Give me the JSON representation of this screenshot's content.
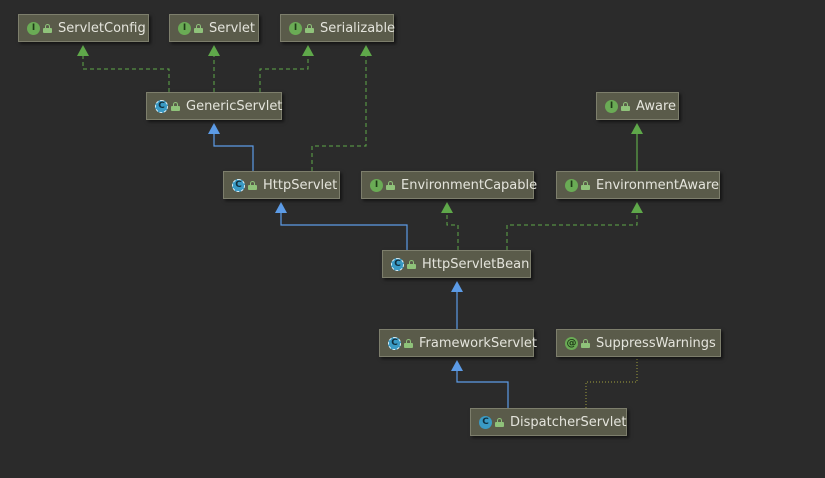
{
  "nodes": {
    "servlet_config": {
      "label": "ServletConfig",
      "kind": "interface",
      "badge": "I"
    },
    "servlet": {
      "label": "Servlet",
      "kind": "interface",
      "badge": "I"
    },
    "serializable": {
      "label": "Serializable",
      "kind": "interface",
      "badge": "I"
    },
    "generic_servlet": {
      "label": "GenericServlet",
      "kind": "abstract-class",
      "badge": "C"
    },
    "aware": {
      "label": "Aware",
      "kind": "interface",
      "badge": "I"
    },
    "http_servlet": {
      "label": "HttpServlet",
      "kind": "abstract-class",
      "badge": "C"
    },
    "environment_capable": {
      "label": "EnvironmentCapable",
      "kind": "interface",
      "badge": "I"
    },
    "environment_aware": {
      "label": "EnvironmentAware",
      "kind": "interface",
      "badge": "I"
    },
    "http_servlet_bean": {
      "label": "HttpServletBean",
      "kind": "abstract-class",
      "badge": "C"
    },
    "framework_servlet": {
      "label": "FrameworkServlet",
      "kind": "abstract-class",
      "badge": "C"
    },
    "suppress_warnings": {
      "label": "SuppressWarnings",
      "kind": "annotation",
      "badge": "@"
    },
    "dispatcher_servlet": {
      "label": "DispatcherServlet",
      "kind": "class",
      "badge": "C"
    }
  },
  "colors": {
    "background": "#2b2b2b",
    "node_fill": "#5a5b4a",
    "extends_edge": "#5c9be6",
    "implements_edge": "#5fa84a",
    "annotation_edge": "#8a8a3a"
  },
  "edges": [
    {
      "from": "generic_servlet",
      "to": "servlet_config",
      "type": "implements"
    },
    {
      "from": "generic_servlet",
      "to": "servlet",
      "type": "implements"
    },
    {
      "from": "generic_servlet",
      "to": "serializable",
      "type": "implements"
    },
    {
      "from": "http_servlet",
      "to": "generic_servlet",
      "type": "extends"
    },
    {
      "from": "http_servlet",
      "to": "serializable",
      "type": "implements"
    },
    {
      "from": "environment_aware",
      "to": "aware",
      "type": "extends-interface"
    },
    {
      "from": "http_servlet_bean",
      "to": "http_servlet",
      "type": "extends"
    },
    {
      "from": "http_servlet_bean",
      "to": "environment_capable",
      "type": "implements"
    },
    {
      "from": "http_servlet_bean",
      "to": "environment_aware",
      "type": "implements"
    },
    {
      "from": "framework_servlet",
      "to": "http_servlet_bean",
      "type": "extends"
    },
    {
      "from": "dispatcher_servlet",
      "to": "framework_servlet",
      "type": "extends"
    },
    {
      "from": "dispatcher_servlet",
      "to": "suppress_warnings",
      "type": "annotated-with"
    }
  ]
}
